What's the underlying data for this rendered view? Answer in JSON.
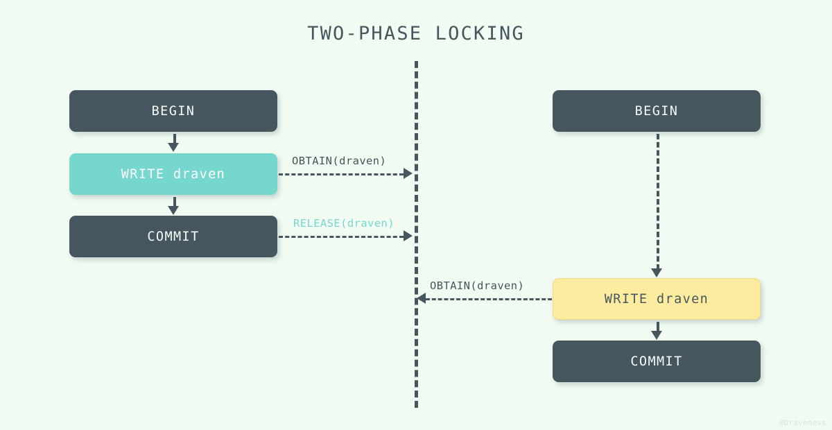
{
  "title": "TWO-PHASE LOCKING",
  "background_color": "#f1fbf2",
  "colors": {
    "dark_slate": "#46565e",
    "teal": "#76d7ce",
    "yellow_fill": "#fdeca0",
    "yellow_border": "#f2d98a",
    "background": "#f1fbf2",
    "watermark": "#d4e6da"
  },
  "left_transaction": {
    "begin_label": "BEGIN",
    "write_label": "WRITE draven",
    "commit_label": "COMMIT"
  },
  "right_transaction": {
    "begin_label": "BEGIN",
    "write_label": "WRITE draven",
    "commit_label": "COMMIT"
  },
  "edges": {
    "obtain_from_left": "OBTAIN(draven)",
    "release_from_left": "RELEASE(draven)",
    "obtain_from_right": "OBTAIN(draven)"
  },
  "watermark": "@Draveness"
}
